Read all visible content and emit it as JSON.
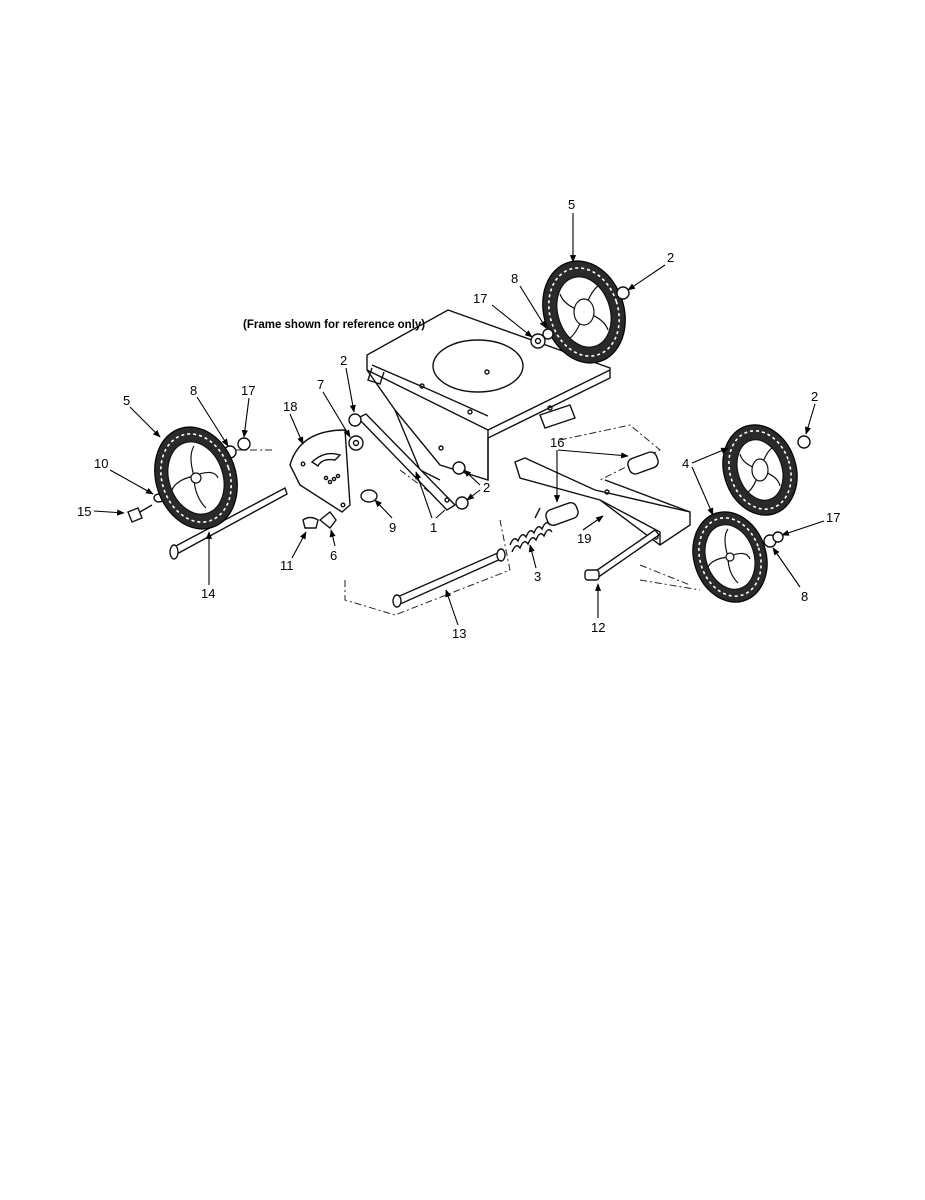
{
  "note": "(Frame shown for reference only)",
  "callouts": {
    "c1": "1",
    "c2a": "2",
    "c2b": "2",
    "c2c": "2",
    "c2d": "2",
    "c3": "3",
    "c4": "4",
    "c5a": "5",
    "c5b": "5",
    "c6": "6",
    "c7": "7",
    "c8a": "8",
    "c8b": "8",
    "c8c": "8",
    "c9": "9",
    "c10": "10",
    "c11": "11",
    "c12": "12",
    "c13": "13",
    "c14": "14",
    "c15": "15",
    "c16": "16",
    "c17a": "17",
    "c17b": "17",
    "c17c": "17",
    "c18": "18",
    "c19": "19"
  }
}
